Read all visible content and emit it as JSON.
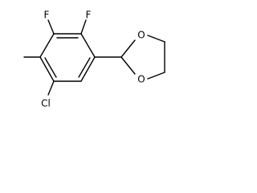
{
  "molecule": {
    "atoms": {
      "fluorine_1": "F",
      "fluorine_2": "F",
      "oxygen_1": "O",
      "oxygen_2": "O",
      "chlorine": "Cl"
    }
  }
}
